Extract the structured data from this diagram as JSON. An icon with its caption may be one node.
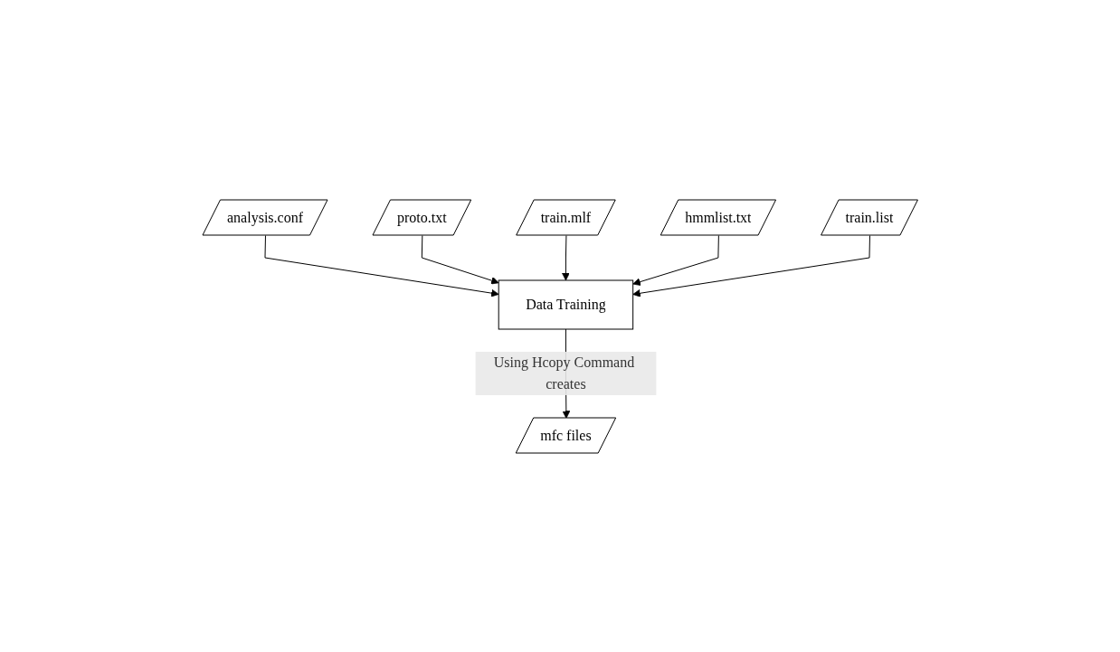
{
  "diagram": {
    "nodes": [
      {
        "text": [
          "analysis.conf"
        ]
      },
      {
        "text": [
          "proto.txt"
        ]
      },
      {
        "text": [
          "train.mlf"
        ]
      },
      {
        "text": [
          "hmmlist.txt"
        ]
      },
      {
        "text": [
          "train.list"
        ]
      },
      {
        "text": [
          "Data Training"
        ]
      },
      {
        "text": [
          "mfc files"
        ]
      }
    ],
    "edges": [
      {
        "from": 0,
        "to": 5,
        "arrow": "to"
      },
      {
        "from": 1,
        "to": 5,
        "arrow": "to"
      },
      {
        "from": 2,
        "to": 5,
        "arrow": "to"
      },
      {
        "from": 3,
        "to": 5,
        "arrow": "to"
      },
      {
        "from": 4,
        "to": 5,
        "arrow": "to"
      },
      {
        "from": 5,
        "to": 6,
        "label": "Using Hcopy Command creates",
        "arrow": "to"
      }
    ]
  }
}
